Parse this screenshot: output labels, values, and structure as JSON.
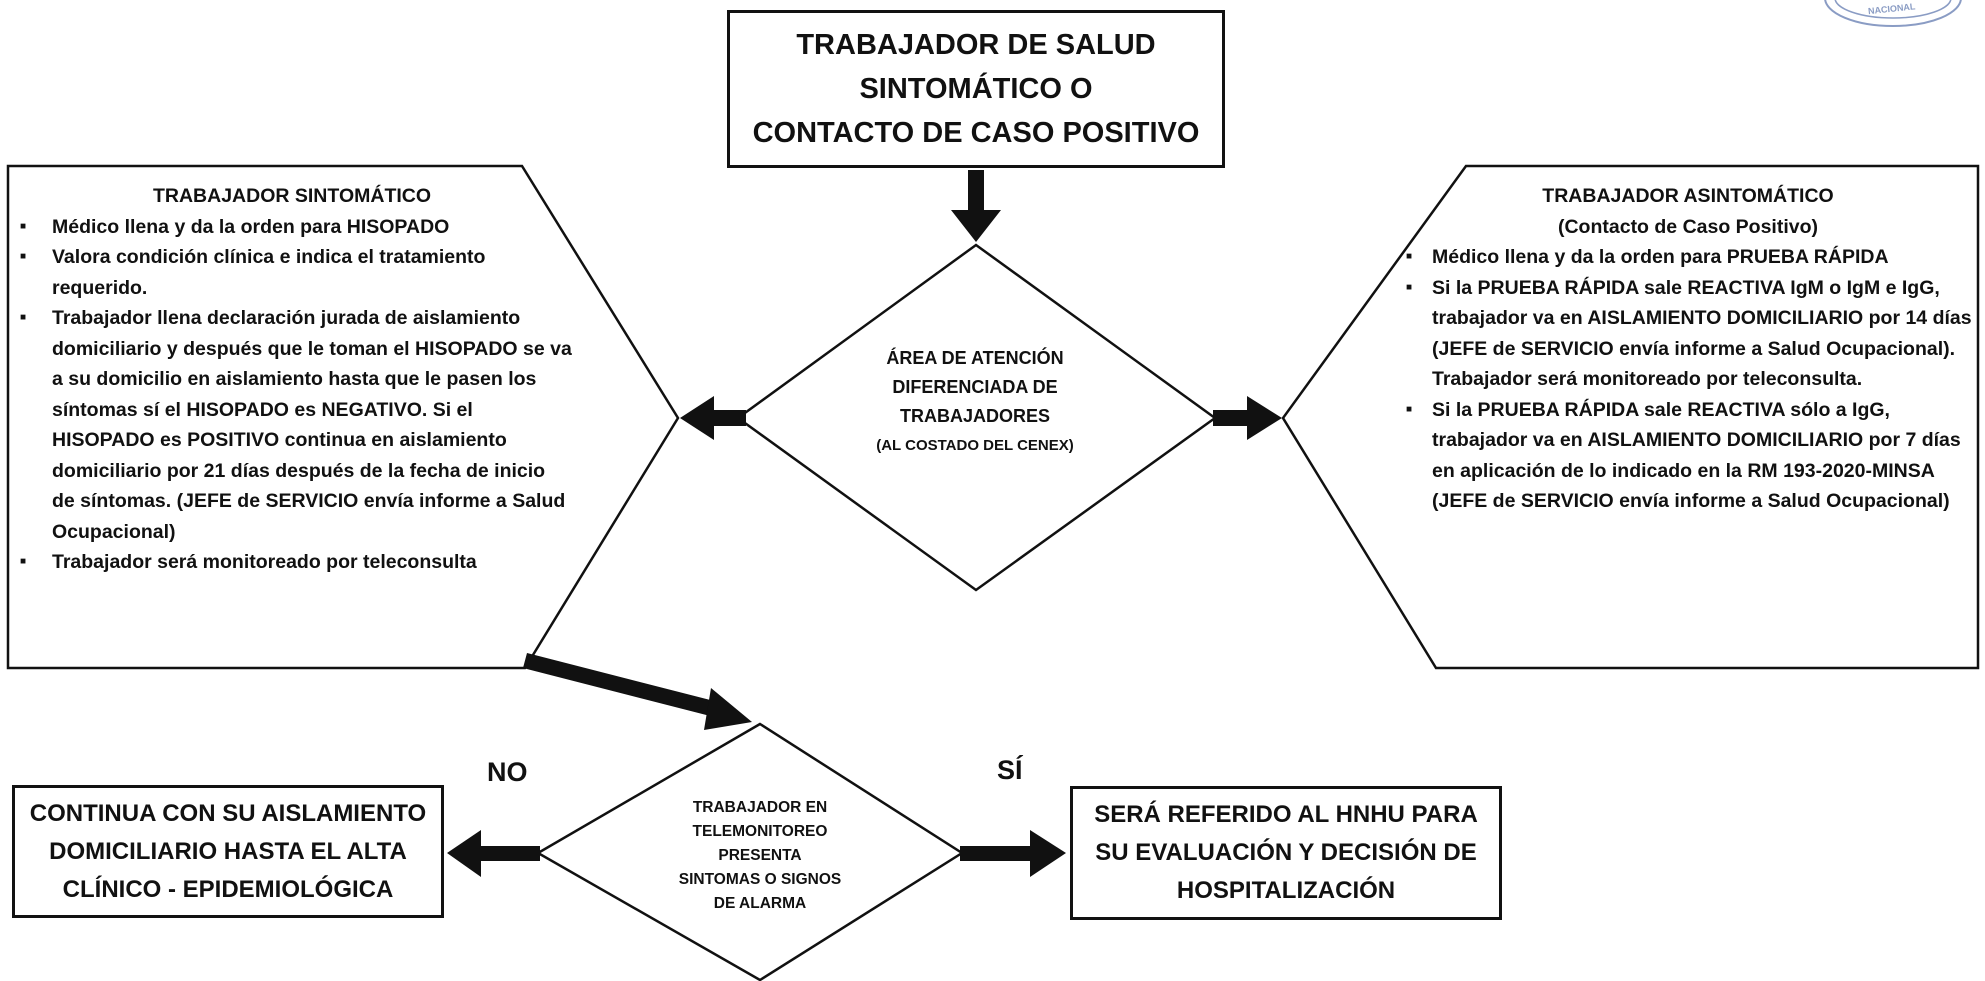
{
  "top_box": {
    "line1": "TRABAJADOR DE SALUD",
    "line2": "SINTOMÁTICO O",
    "line3": "CONTACTO DE CASO POSITIVO"
  },
  "left_panel": {
    "title": "TRABAJADOR SINTOMÁTICO",
    "items": [
      "Médico llena y da la orden para HISOPADO",
      "Valora condición clínica e indica el tratamiento requerido.",
      "Trabajador llena declaración jurada de aislamiento domiciliario y después que le toman el HISOPADO se va a su domicilio en aislamiento hasta que le pasen los síntomas sí el HISOPADO es NEGATIVO. Si el HISOPADO es POSITIVO continua en aislamiento domiciliario por 21 días después de la fecha de inicio de síntomas. (JEFE de SERVICIO envía informe a Salud Ocupacional)",
      "Trabajador será monitoreado por teleconsulta"
    ]
  },
  "center_diamond": {
    "line1": "ÁREA DE ATENCIÓN",
    "line2": "DIFERENCIADA DE",
    "line3": "TRABAJADORES",
    "line4": "(AL COSTADO DEL CENEX)"
  },
  "right_panel": {
    "title": "TRABAJADOR ASINTOMÁTICO",
    "subtitle": "(Contacto de Caso Positivo)",
    "items": [
      "Médico llena y da la orden para PRUEBA RÁPIDA",
      "Si la PRUEBA RÁPIDA sale REACTIVA IgM o IgM e IgG, trabajador va en AISLAMIENTO DOMICILIARIO por 14 días (JEFE de SERVICIO envía informe a Salud Ocupacional). Trabajador será monitoreado por teleconsulta.",
      "Si la PRUEBA RÁPIDA sale REACTIVA sólo a IgG, trabajador va en AISLAMIENTO DOMICILIARIO por 7 días en aplicación de lo indicado en la RM 193-2020-MINSA (JEFE de SERVICIO envía informe a Salud Ocupacional)"
    ]
  },
  "bottom_diamond": {
    "line1": "TRABAJADOR EN",
    "line2": "TELEMONITOREO",
    "line3": "PRESENTA",
    "line4": "SINTOMAS O SIGNOS",
    "line5": "DE ALARMA"
  },
  "labels": {
    "no": "NO",
    "si": "SÍ"
  },
  "left_outcome": {
    "line1": "CONTINUA CON SU AISLAMIENTO",
    "line2": "DOMICILIARIO HASTA EL ALTA",
    "line3": "CLÍNICO - EPIDEMIOLÓGICA"
  },
  "right_outcome": {
    "line1": "SERÁ REFERIDO AL HNHU PARA",
    "line2": "SU EVALUACIÓN Y DECISIÓN DE",
    "line3": "HOSPITALIZACIÓN"
  },
  "seal": {
    "text": "NACIONAL"
  },
  "colors": {
    "ink": "#111111",
    "seal": "#8a9cc4"
  }
}
